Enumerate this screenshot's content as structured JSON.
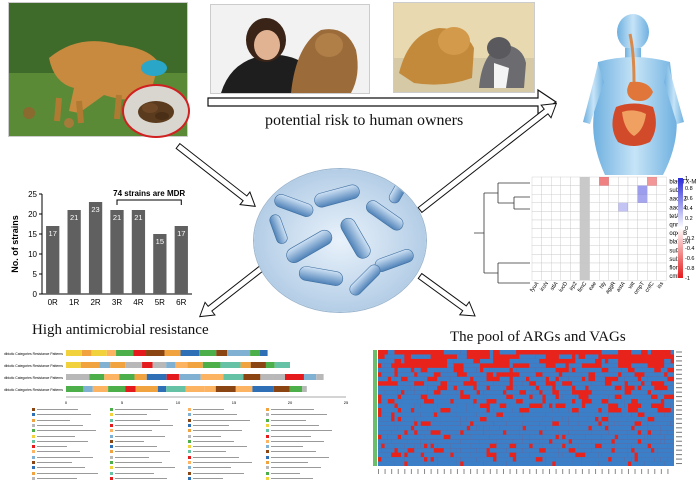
{
  "captions": {
    "risk": "potential risk to human owners",
    "high_amr": "High antimicrobial resistance",
    "pool": "The pool of ARGs and VAGs"
  },
  "chart_data": [
    {
      "type": "bar",
      "categories": [
        "0R",
        "1R",
        "2R",
        "3R",
        "4R",
        "5R",
        "6R"
      ],
      "values": [
        17,
        21,
        23,
        21,
        21,
        15,
        17
      ],
      "ylabel": "No. of strains",
      "xlabel": "",
      "ylim": [
        0,
        25
      ],
      "yticks": [
        0,
        5,
        10,
        15,
        20,
        25
      ],
      "annotation": "74 strains are MDR",
      "bar_color": "#606060",
      "grid": false
    },
    {
      "type": "heatmap",
      "rows": [
        "blaCTX-M",
        "sul2",
        "aacC2",
        "aacC4",
        "tetA",
        "qnrS",
        "oqxAB",
        "blaTEM",
        "sul3",
        "sul1",
        "flor",
        "cmlA"
      ],
      "columns": [
        "fyuA",
        "iroN",
        "stlA",
        "iucD",
        "irp2",
        "fimC",
        "eae",
        "hly",
        "aggR",
        "astA",
        "vat",
        "ompT",
        "cnfC",
        "iss"
      ],
      "colorbar_ticks": [
        "1",
        "0.8",
        "0.6",
        "0.4",
        "0.2",
        "0",
        "-0.2",
        "-0.4",
        "-0.6",
        "-0.8",
        "-1"
      ],
      "colorbar_colors": [
        "#2a2ad8",
        "#ffffff",
        "#e41a1c"
      ],
      "cells": [
        {
          "row": "blaCTX-M",
          "col": "hly",
          "value": -0.5
        },
        {
          "row": "blaCTX-M",
          "col": "cnfC",
          "value": -0.4
        },
        {
          "row": "sul2",
          "col": "ompT",
          "value": 0.4
        },
        {
          "row": "aacC2",
          "col": "ompT",
          "value": 0.35
        },
        {
          "row": "aacC4",
          "col": "astA",
          "value": 0.2
        }
      ],
      "grey_column": "fimC"
    }
  ],
  "pattern_rows": [
    "4 antibiotic Categories Resistance Patterns",
    "5 antibiotic Categories Resistance Patterns",
    "6 antibiotic Categories Resistance Patterns",
    "7 antibiotic Categories Resistance Patterns"
  ],
  "pattern_axis_ticks": [
    "0",
    "5",
    "10",
    "15",
    "20",
    "25"
  ],
  "legend_palette": [
    "#8B4513",
    "#2E6FB5",
    "#F1A340",
    "#B8B8B8",
    "#4DAF4A",
    "#F2D23C",
    "#66C2A5",
    "#E41A1C",
    "#FDB462",
    "#80B1D3"
  ],
  "heatmap_colors": {
    "present": "#e8231c",
    "absent": "#3a7fc8",
    "side": "#6bbf6b"
  }
}
